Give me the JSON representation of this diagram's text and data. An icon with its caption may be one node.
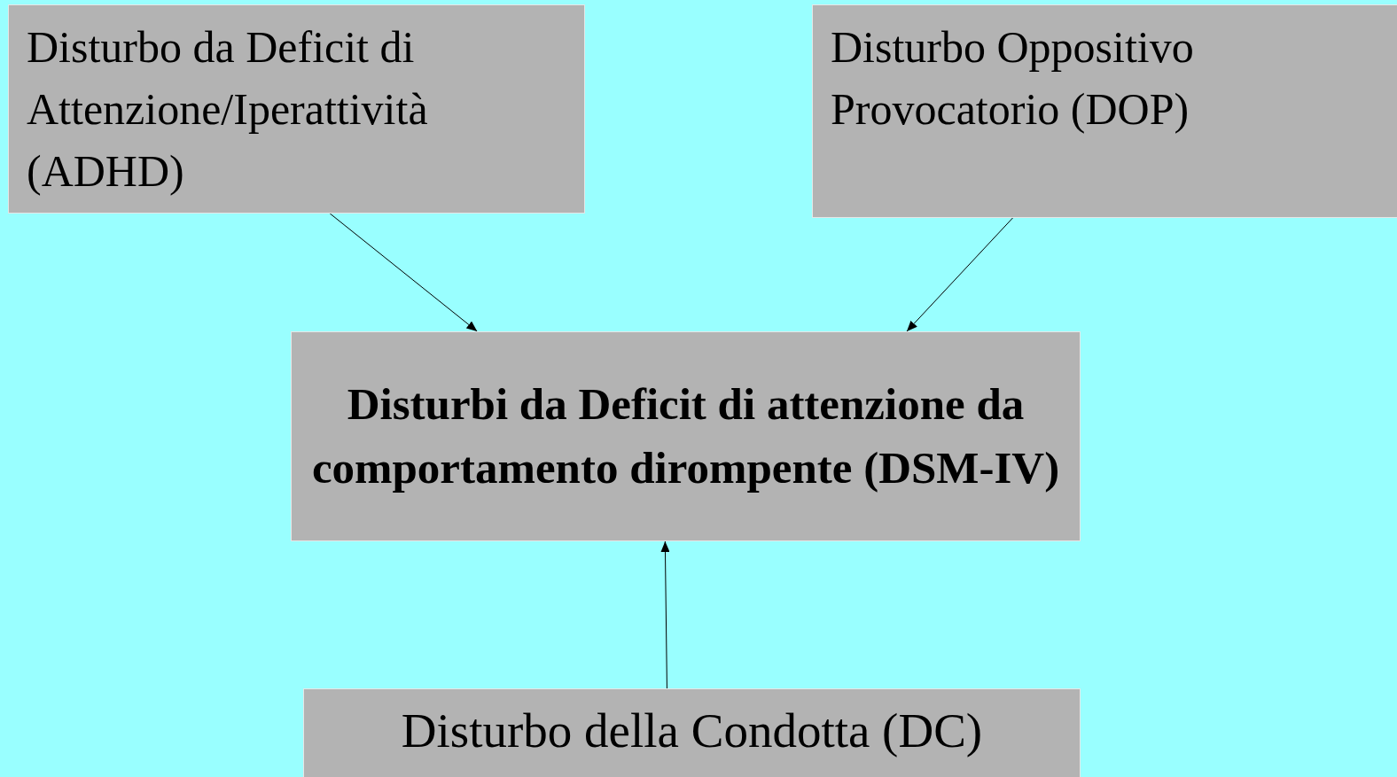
{
  "diagram": {
    "nodes": [
      {
        "text": [
          "Disturbo da Deficit di Attenzione/Iperattività (ADHD)"
        ]
      },
      {
        "text": [
          "Disturbo Oppositivo Provocatorio (DOP)"
        ]
      },
      {
        "text": [
          "Disturbi da Deficit di attenzione da comportamento dirompente (DSM-IV)"
        ]
      },
      {
        "text": [
          "Disturbo della Condotta (DC)"
        ]
      }
    ],
    "edges": [
      {
        "from": 0,
        "to": 2,
        "arrow": "to"
      },
      {
        "from": 1,
        "to": 2,
        "arrow": "to"
      },
      {
        "from": 3,
        "to": 2,
        "arrow": "to"
      }
    ]
  }
}
